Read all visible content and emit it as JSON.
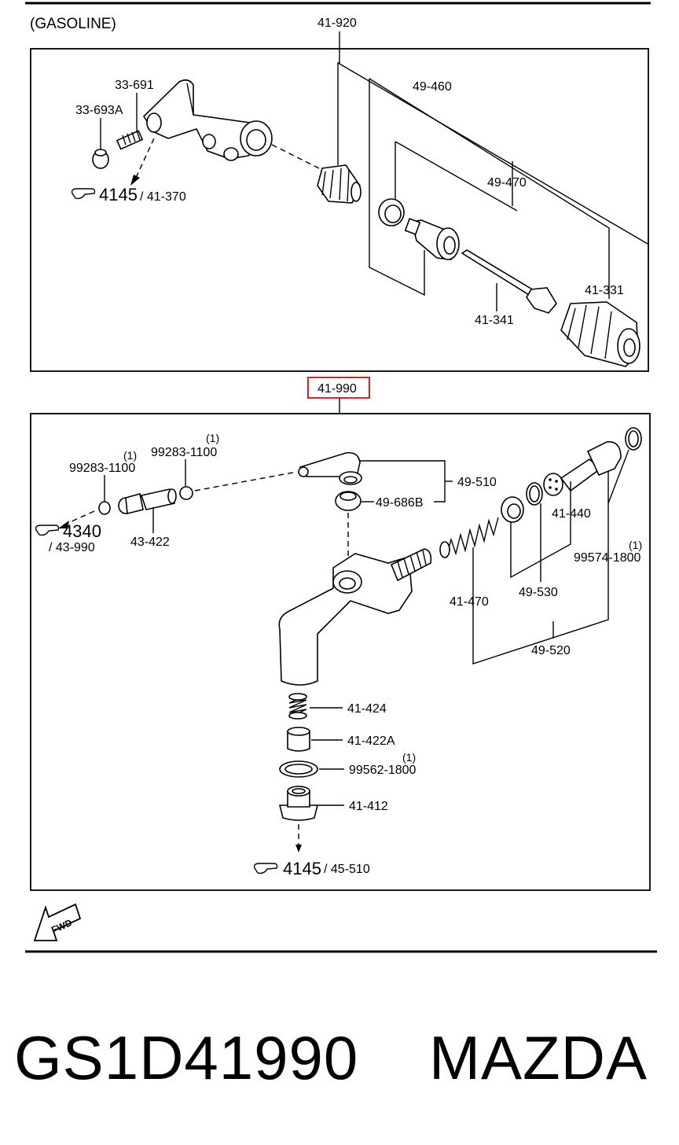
{
  "header": {
    "variant": "(GASOLINE)"
  },
  "assembly_top": {
    "group_label": "41-920",
    "parts": {
      "p33691": "33-691",
      "p33693a": "33-693A",
      "p49460": "49-460",
      "p49470": "49-470",
      "p41331": "41-331",
      "p41341": "41-341"
    },
    "ref": {
      "page": "4145",
      "section": "/ 41-370"
    }
  },
  "assembly_bottom": {
    "group_label": "41-990",
    "highlight_color": "#e02020",
    "parts": {
      "p99283_qty": "(1)",
      "p99283": "99283-1100",
      "p99283b_qty": "(1)",
      "p99283b": "99283-1100",
      "p43422": "43-422",
      "p49510": "49-510",
      "p49686b": "49-686B",
      "p41440": "41-440",
      "p99574_qty": "(1)",
      "p99574": "99574-1800",
      "p41470": "41-470",
      "p49530": "49-530",
      "p49520": "49-520",
      "p41424": "41-424",
      "p41422a": "41-422A",
      "p99562_qty": "(1)",
      "p99562": "99562-1800",
      "p41412": "41-412"
    },
    "ref_left": {
      "page": "4340",
      "section": "/ 43-990"
    },
    "ref_bottom": {
      "page": "4145",
      "section": "/ 45-510"
    }
  },
  "fwd_arrow": {
    "text": "FWD"
  },
  "footer": {
    "part_number": "GS1D41990",
    "brand": "MAZDA"
  }
}
